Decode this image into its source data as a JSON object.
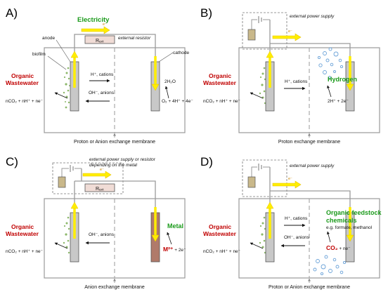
{
  "panels": {
    "a": {
      "letter": "A)",
      "electricity": "Electricity",
      "electron": "e⁻",
      "external_resistor": "external resistor",
      "rext": "Rₑₓₜ",
      "anode": "anode",
      "cathode": "cathode",
      "biofilm": "biofilm",
      "organic_1": "Organic",
      "organic_2": "Wastewater",
      "h_cations": "H⁺, cations",
      "oh_anions": "OH⁻, anions",
      "h2o": "2H₂O",
      "o2_reaction": "O₂ + 4H⁺ + 4e⁻",
      "anode_reaction": "nCO₂ + nH⁺ + ne⁻",
      "membrane": "Proton or Anion exchange membrane"
    },
    "b": {
      "letter": "B)",
      "electron": "e⁻",
      "power_supply": "external power supply",
      "organic_1": "Organic",
      "organic_2": "Wastewater",
      "h_cations": "H⁺, cations",
      "hydrogen": "Hydrogen",
      "cathode_reaction": "2H⁺ + 2e⁻",
      "anode_reaction": "nCO₂ + nH⁺ + ne⁻",
      "membrane": "Proton exchange membrane"
    },
    "c": {
      "letter": "C)",
      "electron": "e⁻",
      "power_1": "external power supply or resistor",
      "power_2": "depending on the metal",
      "rext": "Rₑₓₜ",
      "organic_1": "Organic",
      "organic_2": "Wastewater",
      "oh_anions": "OH⁻, anions",
      "metal": "Metal",
      "m2_main": "M²⁺",
      "m2_rest": " + 2e⁻",
      "anode_reaction": "nCO₂ + nH⁺ + ne⁻",
      "membrane": "Anion exchange membrane"
    },
    "d": {
      "letter": "D)",
      "electron": "e⁻",
      "power_supply": "external power supply",
      "organic_1": "Organic",
      "organic_2": "Wastewater",
      "h_cations": "H⁺, cations",
      "oh_anions": "OH⁻, anions",
      "feedstock_1": "Organic feedstock",
      "feedstock_2": "chemicals",
      "feedstock_eg": "e.g. formate, methanol",
      "co2_main": "CO₂",
      "co2_rest": " + ne⁻",
      "anode_reaction": "nCO₂ + nH⁺ + ne⁻",
      "membrane": "Proton or Anion exchange membrane"
    }
  },
  "colors": {
    "wire": "#9a9a9a",
    "arrow_yellow": "#ffee00",
    "arrow_outline": "#e8c200",
    "organic_red": "#c00000",
    "product_green": "#1a9a1a",
    "biofilm": "#8cb86a",
    "bubbles": "#6aa2d8",
    "electrode": "#c8c8c8",
    "metal_electrode": "#b07a6a",
    "battery": "#c9b88a"
  }
}
